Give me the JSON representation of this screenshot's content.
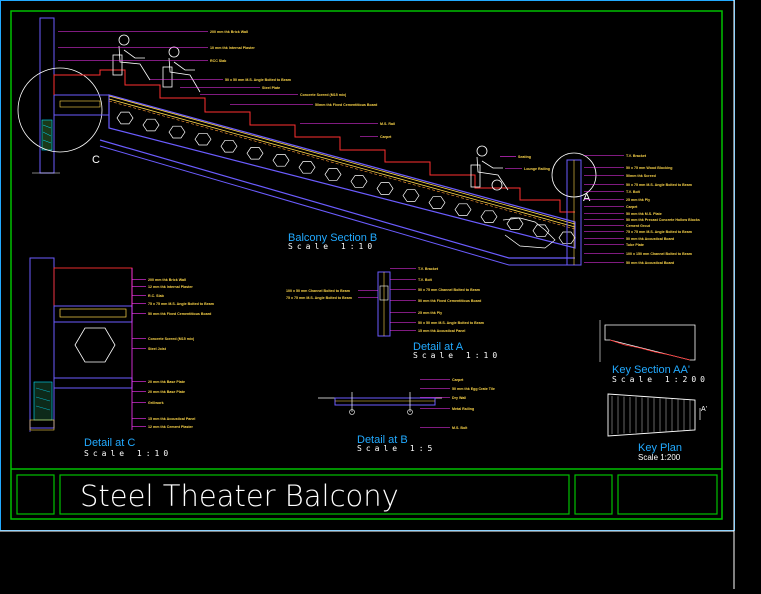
{
  "drawing": {
    "title": "Steel Theater Balcony",
    "colors": {
      "background": "#000000",
      "frame": "#00c000",
      "outer_frame": "#22aaff",
      "structure": "#6b5cff",
      "stairs": "#ff3030",
      "annotation": "#ffe24a",
      "leader": "#ff36ff",
      "dims": "#e8e8e8",
      "hatch": "#00e0ff"
    }
  },
  "views": {
    "balcony_section": {
      "title": "Balcony Section B",
      "scale": "Scale 1:10",
      "marker_c": "C",
      "marker_a": "A"
    },
    "detail_a": {
      "title": "Detail at A",
      "scale": "Scale 1:10"
    },
    "detail_b": {
      "title": "Detail at B",
      "scale": "Scale 1:5"
    },
    "detail_c": {
      "title": "Detail at C",
      "scale": "Scale 1:10"
    },
    "key_section": {
      "title": "Key Section AA'",
      "scale": "Scale 1:200"
    },
    "key_plan": {
      "title": "Key Plan",
      "scale": "Scale 1:200",
      "marker_a": "A'"
    }
  },
  "notes": {
    "section": [
      "200 mm thk Brick Wall",
      "10 mm thk Internal Plaster",
      "RCC Slab",
      "50 x 50 mm M.S. Angle Bolted to Beam",
      "Steel Plate",
      "Concrete Screed (M15 mix)",
      "50mm thk Fixed Cementitious Board",
      "M.S. Rail",
      "Carpet",
      "Seating",
      "Lounge Railing",
      "T.V. Bracket",
      "50 x 75 mm Wood Blocking",
      "50mm thk Screed",
      "50 x 75 mm M.S. Angle Bolted to Beam",
      "T.V. Bolt",
      "25 mm thk Ply",
      "Carpet",
      "50 mm thk M.S. Plate",
      "50 mm thk Precast Concrete Hollow Blocks",
      "Cement Grout",
      "75 x 75 mm M.S. Angle Bolted to Beam",
      "50 mm thk Acoustical Board",
      "Tube Plate",
      "100 x 150 mm Channel Bolted to Beam",
      "50 mm thk Acoustical Board"
    ],
    "detail_c": [
      "200 mm thk Brick Wall",
      "12 mm thk Internal Plaster",
      "R.C. Slab",
      "75 x 75 mm M.S. Angle Bolted to Beam",
      "50 mm thk Fixed Cementitious Board",
      "Concrete Screed (M15 mix)",
      "Steel Joist",
      "20 mm thk Base Plate",
      "20 mm thk Base Plate",
      "Grillwork",
      "15 mm thk Acoustical Panel",
      "12 mm thk Cement Plaster"
    ],
    "detail_a": [
      "T.V. Bracket",
      "T.V. Bolt",
      "100 x 50 mm Channel Bolted to Beam",
      "75 x 75 mm M.S. Angle Bolted to Beam",
      "50 mm thk Fixed Cementitious Board",
      "50 x 75 mm Channel Bolted to Beam",
      "25 mm thk Ply",
      "50 x 50 mm M.S. Angle Bolted to Beam",
      "15 mm thk Acoustical Panel"
    ],
    "detail_b": [
      "Carpet",
      "50 mm thk Egg Crate Tile",
      "Dry Wall",
      "Metal Railing",
      "M.S. Bolt"
    ]
  }
}
